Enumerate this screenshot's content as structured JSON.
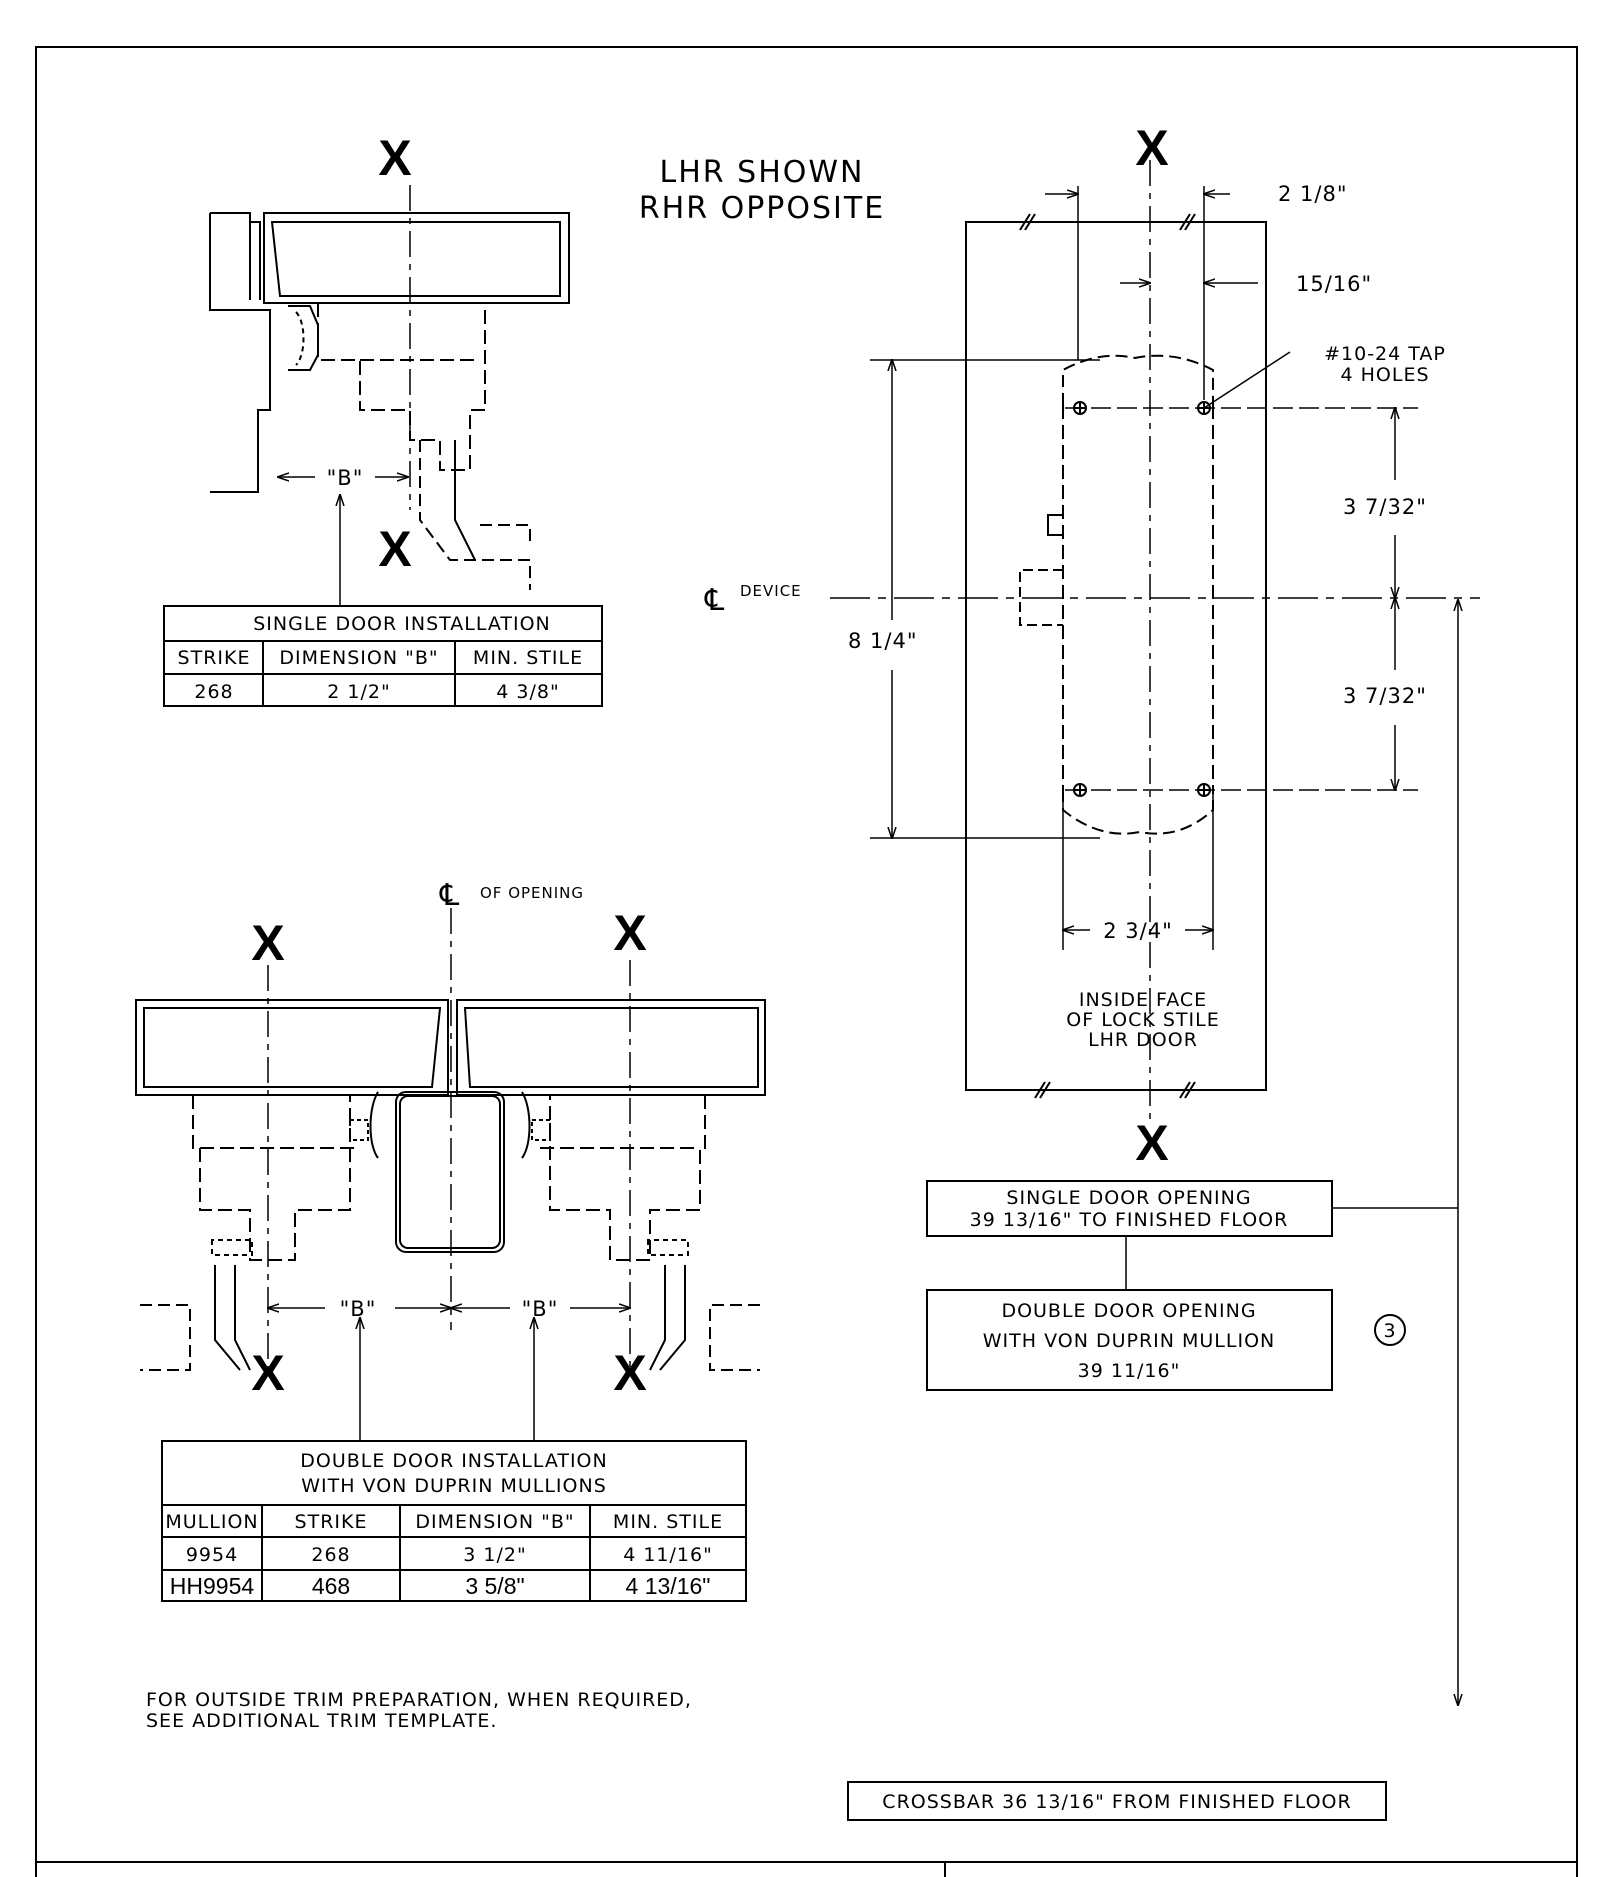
{
  "marker": "X",
  "hand_note": [
    "LHR SHOWN",
    "RHR OPPOSITE"
  ],
  "single_door_table": {
    "title": "SINGLE DOOR INSTALLATION",
    "headers": [
      "STRIKE",
      "DIMENSION \"B\"",
      "MIN. STILE"
    ],
    "row": [
      "268",
      "2 1/2\"",
      "4 3/8\""
    ]
  },
  "double_door_table": {
    "title_lines": [
      "DOUBLE DOOR INSTALLATION",
      "WITH VON DUPRIN MULLIONS"
    ],
    "headers": [
      "MULLION",
      "STRIKE",
      "DIMENSION \"B\"",
      "MIN. STILE"
    ],
    "rows": [
      [
        "9954",
        "268",
        "3 1/2\"",
        "4 11/16\""
      ],
      [
        "HH9954",
        "468",
        "3 5/8\"",
        "4 13/16\""
      ]
    ]
  },
  "dimension_b_label": "\"B\"",
  "opening_centerline": {
    "symbol": "℄",
    "label": "OF OPENING"
  },
  "device_centerline": {
    "symbol": "℄",
    "label": "DEVICE"
  },
  "template": {
    "dim_2_1_8": "2 1/8\"",
    "dim_15_16": "15/16\"",
    "tap_note": [
      "#10-24 TAP",
      "4 HOLES"
    ],
    "dim_3_7_32_upper": "3 7/32\"",
    "dim_3_7_32_lower": "3 7/32\"",
    "dim_8_1_4": "8 1/4\"",
    "dim_2_3_4": "2 3/4\"",
    "face_note": [
      "INSIDE FACE",
      "OF LOCK STILE",
      "LHR DOOR"
    ]
  },
  "single_opening_box": [
    "SINGLE DOOR OPENING",
    "39 13/16\" TO FINISHED FLOOR"
  ],
  "double_opening_box": [
    "DOUBLE DOOR OPENING",
    "WITH VON DUPRIN MULLION",
    "39 11/16\""
  ],
  "note_number": "3",
  "trim_note": [
    "FOR OUTSIDE TRIM PREPARATION, WHEN REQUIRED,",
    "SEE ADDITIONAL TRIM TEMPLATE."
  ],
  "crossbar_note": "CROSSBAR 36 13/16\" FROM FINISHED FLOOR"
}
